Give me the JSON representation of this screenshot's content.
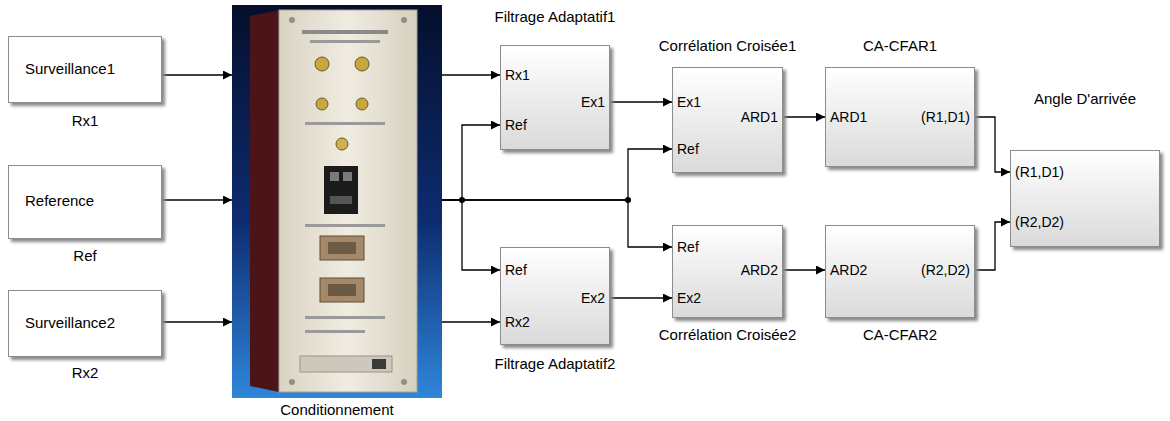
{
  "diagram": {
    "nodes": [
      {
        "text": [
          "Surveillance1",
          "Rx1"
        ]
      },
      {
        "text": [
          "Reference",
          "Ref"
        ]
      },
      {
        "text": [
          "Surveillance2",
          "Rx2"
        ]
      },
      {
        "text": [
          "Conditionnement"
        ]
      },
      {
        "text": [
          "Filtrage Adaptatif1",
          "Rx1",
          "Ref",
          "Ex1"
        ]
      },
      {
        "text": [
          "Ref",
          "Rx2",
          "Ex2",
          "Filtrage Adaptatif2"
        ]
      },
      {
        "text": [
          "Corrélation Croisée1",
          "Ex1",
          "Ref",
          "ARD1"
        ]
      },
      {
        "text": [
          "Ref",
          "Ex2",
          "ARD2",
          "Corrélation Croisée2"
        ]
      },
      {
        "text": [
          "CA-CFAR1",
          "ARD1",
          "(R1,D1)"
        ]
      },
      {
        "text": [
          "ARD2",
          "(R2,D2)",
          "CA-CFAR2"
        ]
      },
      {
        "text": [
          "Angle D'arrivée",
          "(R1,D1)",
          "(R2,D2)"
        ]
      }
    ],
    "edges": [
      {
        "from": 0,
        "to": 3,
        "arrow": "to"
      },
      {
        "from": 1,
        "to": 3,
        "arrow": "to"
      },
      {
        "from": 2,
        "to": 3,
        "arrow": "to"
      },
      {
        "from": 3,
        "to": 4,
        "arrow": "to"
      },
      {
        "from": 3,
        "to": 4,
        "arrow": "to"
      },
      {
        "from": 3,
        "to": 5,
        "arrow": "to"
      },
      {
        "from": 3,
        "to": 6,
        "arrow": "to"
      },
      {
        "from": 3,
        "to": 7,
        "arrow": "to"
      },
      {
        "from": 3,
        "to": 5,
        "arrow": "to"
      },
      {
        "from": 4,
        "to": 6,
        "arrow": "to"
      },
      {
        "from": 5,
        "to": 7,
        "arrow": "to"
      },
      {
        "from": 6,
        "to": 8,
        "arrow": "to"
      },
      {
        "from": 7,
        "to": 9,
        "arrow": "to"
      },
      {
        "from": 8,
        "to": 10,
        "arrow": "to"
      },
      {
        "from": 9,
        "to": 10,
        "arrow": "to"
      }
    ]
  }
}
